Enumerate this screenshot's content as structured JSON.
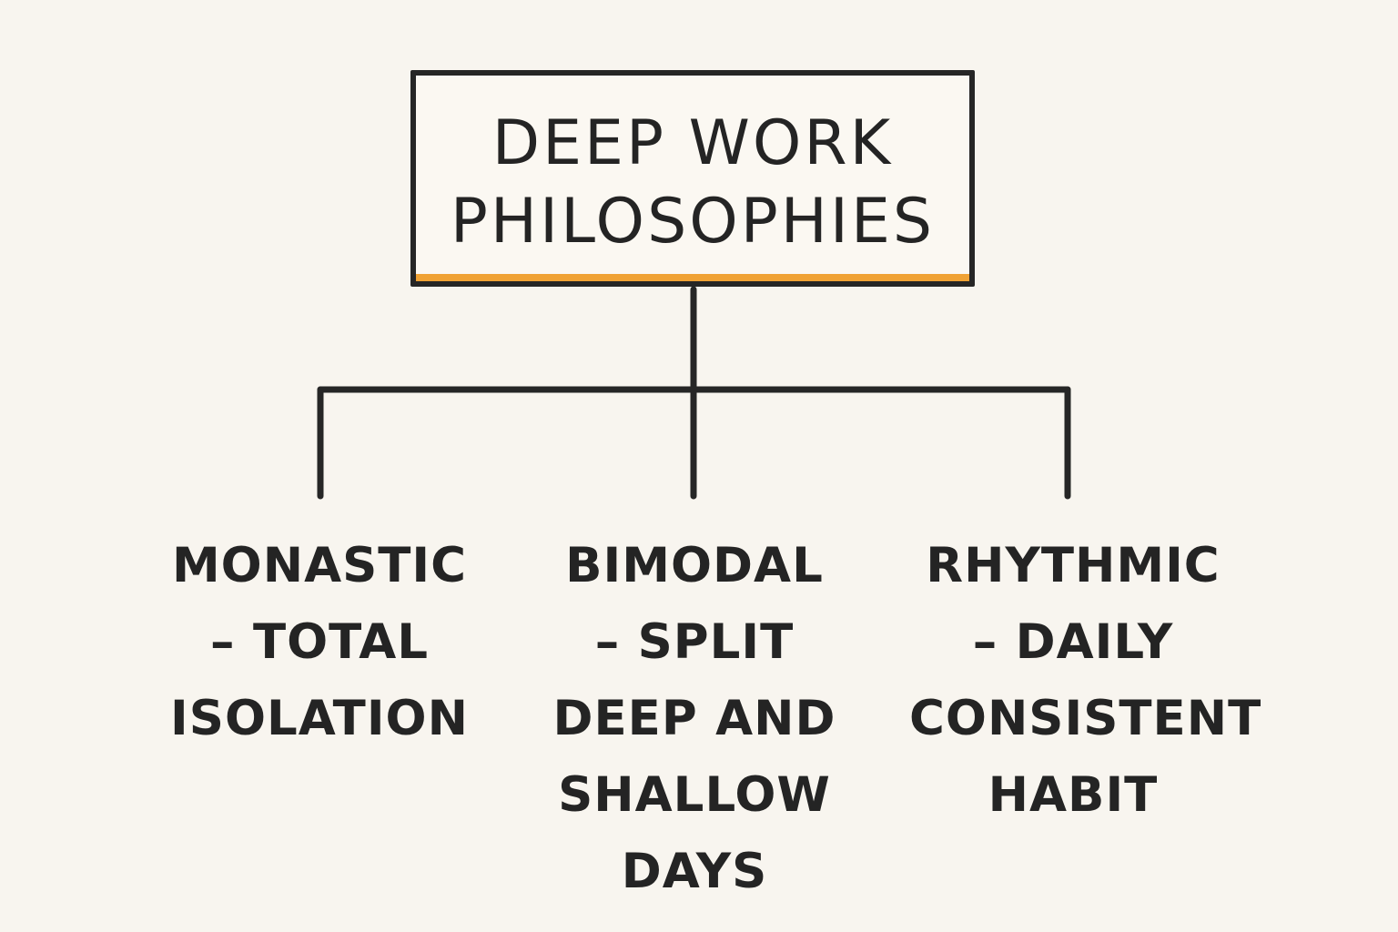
{
  "title": {
    "line1": "DEEP WORK",
    "line2": "PHILOSOPHIES"
  },
  "philosophies": [
    {
      "text": "MONASTIC\n– TOTAL\nISOLATION"
    },
    {
      "text": "BIMODAL\n– SPLIT\nDEEP AND\nSHALLOW\nDAYS"
    },
    {
      "text": "RHYTHMIC\n– DAILY\nCONSISTENT\nHABIT"
    }
  ],
  "colors": {
    "background": "#f8f5ef",
    "ink": "#242424",
    "accent": "#f0a234"
  }
}
